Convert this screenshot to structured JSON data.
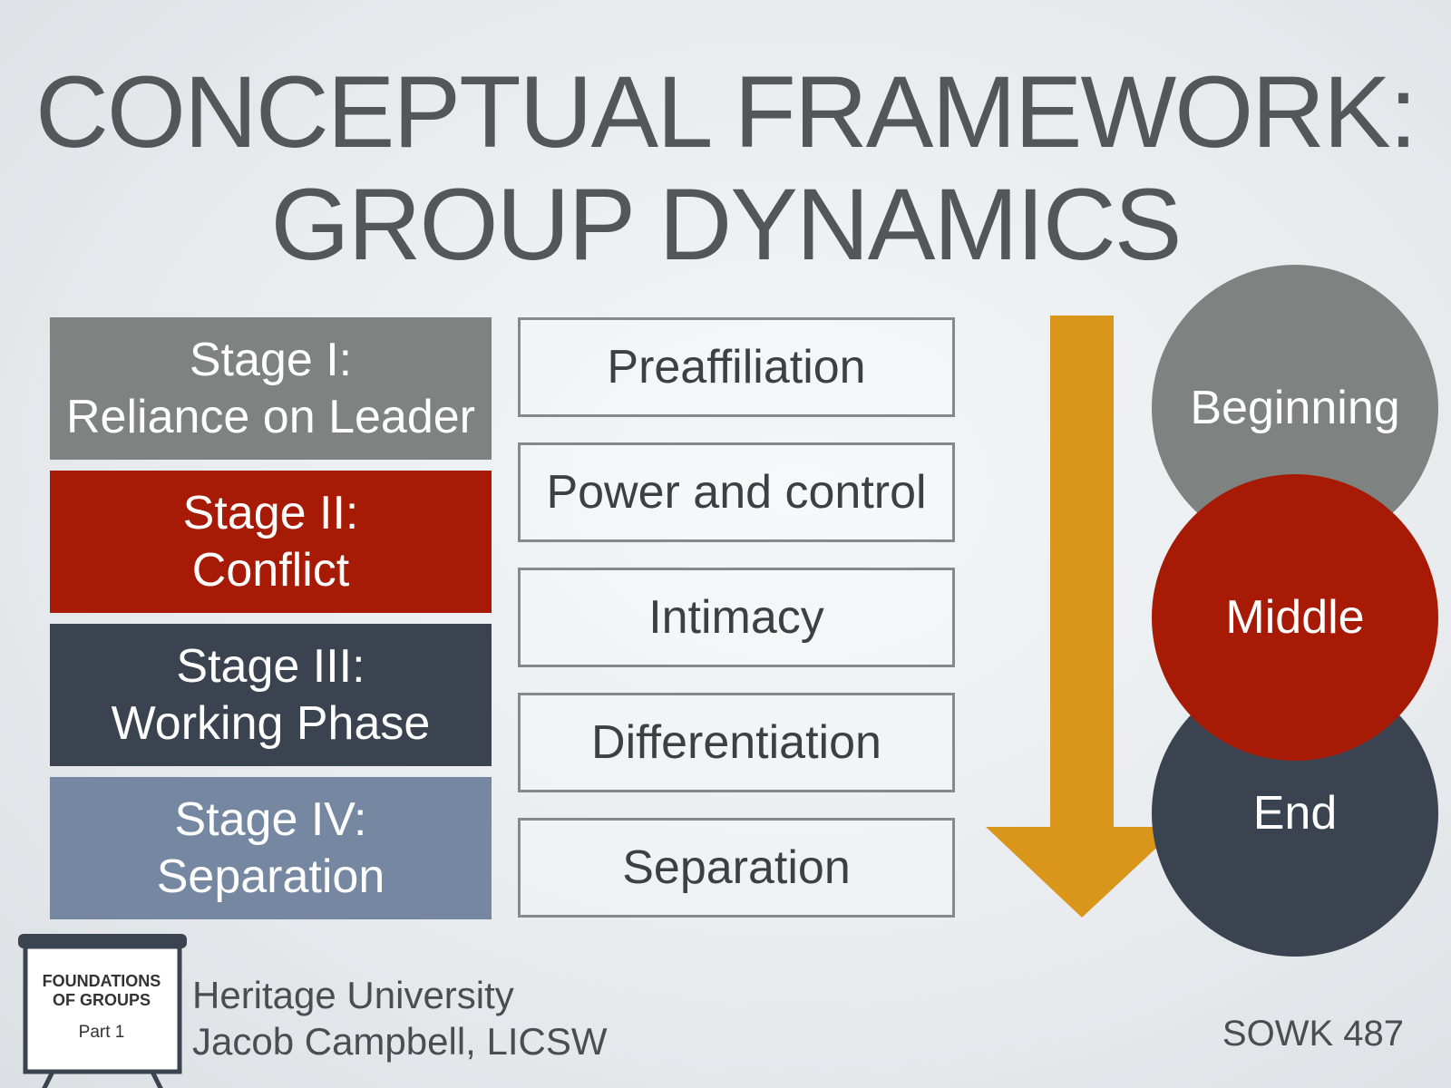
{
  "title": {
    "line1": "CONCEPTUAL FRAMEWORK:",
    "line2": "GROUP DYNAMICS"
  },
  "stages": [
    {
      "line1": "Stage I:",
      "line2": "Reliance on Leader",
      "color": "#7e8381"
    },
    {
      "line1": "Stage II:",
      "line2": "Conflict",
      "color": "#a71a06"
    },
    {
      "line1": "Stage III:",
      "line2": "Working Phase",
      "color": "#3c4350"
    },
    {
      "line1": "Stage IV:",
      "line2": "Separation",
      "color": "#7688a1"
    }
  ],
  "phases": [
    "Preaffiliation",
    "Power and control",
    "Intimacy",
    "Differentiation",
    "Separation"
  ],
  "arrow_color": "#d9961b",
  "circles": [
    {
      "label": "Beginning",
      "color": "#7e8381"
    },
    {
      "label": "Middle",
      "color": "#a71a06"
    },
    {
      "label": "End",
      "color": "#3c4350"
    }
  ],
  "logo": {
    "line1": "FOUNDATIONS",
    "line2": "OF GROUPS",
    "part": "Part 1"
  },
  "footer": {
    "institution": "Heritage University",
    "author": "Jacob Campbell, LICSW",
    "course": "SOWK 487"
  }
}
